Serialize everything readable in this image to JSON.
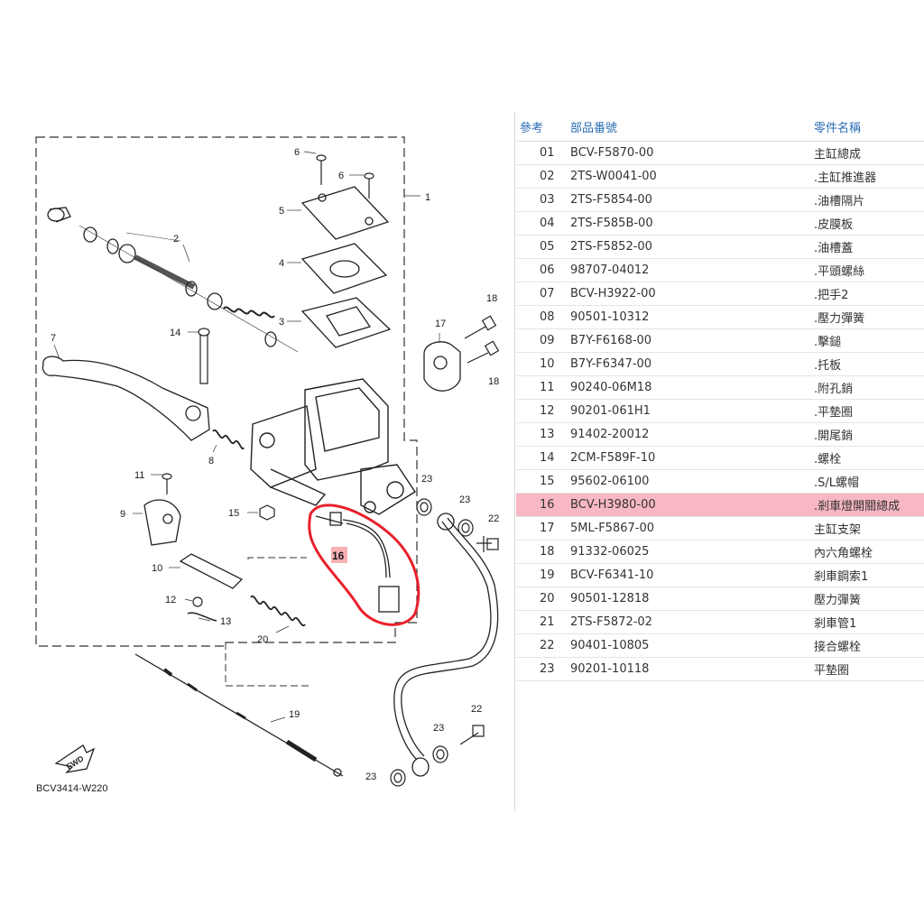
{
  "diagram": {
    "labels": {
      "p1": "1",
      "p2": "2",
      "p3": "3",
      "p4": "4",
      "p5": "5",
      "p6a": "6",
      "p6b": "6",
      "p7": "7",
      "p8": "8",
      "p9": "9",
      "p10": "10",
      "p11": "11",
      "p12": "12",
      "p13": "13",
      "p14": "14",
      "p15": "15",
      "p16": "16",
      "p17": "17",
      "p18a": "18",
      "p18b": "18",
      "p19": "19",
      "p20": "20",
      "p22a": "22",
      "p22b": "22",
      "p23a": "23",
      "p23b": "23",
      "p23c": "23",
      "p23d": "23"
    },
    "fwd": "FWD",
    "code": "BCV3414-W220",
    "highlight_color": "#e8202a"
  },
  "table": {
    "headers": {
      "ref": "參考",
      "part_no": "部品番號",
      "name": "零件名稱"
    },
    "highlight_row": "16",
    "highlight_bg": "#f7b7c3",
    "rows": [
      {
        "ref": "01",
        "part_no": "BCV-F5870-00",
        "name": "主缸總成"
      },
      {
        "ref": "02",
        "part_no": "2TS-W0041-00",
        "name": ".主缸推進器"
      },
      {
        "ref": "03",
        "part_no": "2TS-F5854-00",
        "name": ".油槽隔片"
      },
      {
        "ref": "04",
        "part_no": "2TS-F585B-00",
        "name": ".皮膜板"
      },
      {
        "ref": "05",
        "part_no": "2TS-F5852-00",
        "name": ".油槽蓋"
      },
      {
        "ref": "06",
        "part_no": "98707-04012",
        "name": ".平頭螺絲"
      },
      {
        "ref": "07",
        "part_no": "BCV-H3922-00",
        "name": ".把手2"
      },
      {
        "ref": "08",
        "part_no": "90501-10312",
        "name": ".壓力彈簧"
      },
      {
        "ref": "09",
        "part_no": "B7Y-F6168-00",
        "name": ".擊鎚"
      },
      {
        "ref": "10",
        "part_no": "B7Y-F6347-00",
        "name": ".托板"
      },
      {
        "ref": "11",
        "part_no": "90240-06M18",
        "name": ".附孔銷"
      },
      {
        "ref": "12",
        "part_no": "90201-061H1",
        "name": ".平墊圈"
      },
      {
        "ref": "13",
        "part_no": "91402-20012",
        "name": ".開尾銷"
      },
      {
        "ref": "14",
        "part_no": "2CM-F589F-10",
        "name": ".螺栓"
      },
      {
        "ref": "15",
        "part_no": "95602-06100",
        "name": ".S/L螺帽"
      },
      {
        "ref": "16",
        "part_no": "BCV-H3980-00",
        "name": ".剎車燈開關總成"
      },
      {
        "ref": "17",
        "part_no": "5ML-F5867-00",
        "name": "主缸支架"
      },
      {
        "ref": "18",
        "part_no": "91332-06025",
        "name": "內六角螺栓"
      },
      {
        "ref": "19",
        "part_no": "BCV-F6341-10",
        "name": "剎車鋼索1"
      },
      {
        "ref": "20",
        "part_no": "90501-12818",
        "name": "壓力彈簧"
      },
      {
        "ref": "21",
        "part_no": "2TS-F5872-02",
        "name": "剎車管1"
      },
      {
        "ref": "22",
        "part_no": "90401-10805",
        "name": "接合螺栓"
      },
      {
        "ref": "23",
        "part_no": "90201-10118",
        "name": "平墊圈"
      }
    ]
  }
}
